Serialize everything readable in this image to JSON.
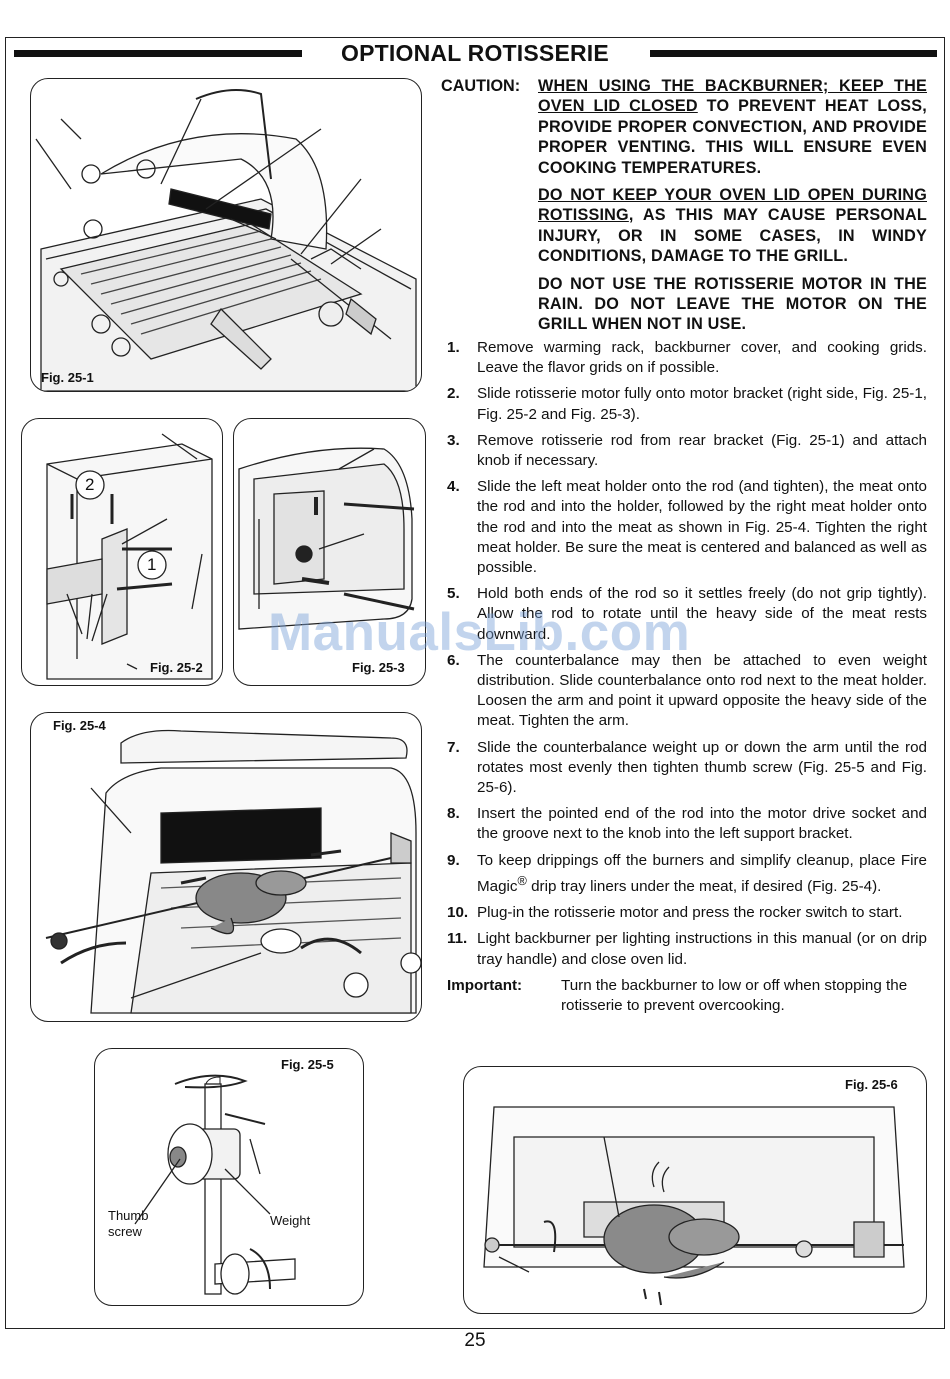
{
  "title": "OPTIONAL ROTISSERIE",
  "caution": {
    "label": "CAUTION:",
    "p1_underlined": "WHEN USING THE BACKBURNER; KEEP THE OVEN LID CLOSED",
    "p1_rest": " TO PREVENT HEAT LOSS, PROVIDE PROPER CONVECTION, AND PROVIDE PROPER VENTING. THIS WILL ENSURE EVEN COOKING TEMPERATURES.",
    "p2_underlined": "DO NOT KEEP YOUR OVEN LID OPEN DURING ROTISSING",
    "p2_rest": ", AS THIS MAY CAUSE PERSONAL INJURY, OR IN SOME CASES, IN WINDY CONDITIONS, DAMAGE TO THE GRILL.",
    "p3": "DO NOT USE THE ROTISSERIE MOTOR IN THE RAIN. DO NOT LEAVE THE MOTOR ON THE GRILL WHEN NOT IN USE."
  },
  "steps": [
    {
      "num": "1.",
      "text": "Remove warming rack, backburner cover, and cooking grids. Leave the flavor grids on if possible."
    },
    {
      "num": "2.",
      "text": "Slide rotisserie motor fully onto motor bracket (right side, Fig. 25-1, Fig. 25-2 and Fig. 25-3)."
    },
    {
      "num": "3.",
      "text": "Remove rotisserie rod from rear bracket (Fig. 25-1) and attach knob if necessary."
    },
    {
      "num": "4.",
      "text": "Slide the left meat holder onto the rod (and tighten), the meat onto the rod and into the holder, followed by the right meat holder onto the rod and into the meat as shown in Fig. 25-4. Tighten the right meat holder. Be sure the meat is centered and balanced as well as possible."
    },
    {
      "num": "5.",
      "text": "Hold both ends of the rod so it settles freely (do not grip tightly). Allow the rod to rotate until the heavy side of the meat rests downward."
    },
    {
      "num": "6.",
      "text": "The counterbalance may then be attached to even weight distribution. Slide counterbalance onto rod next to the meat holder. Loosen the arm and point it upward opposite the heavy side of the meat. Tighten the arm."
    },
    {
      "num": "7.",
      "text": "Slide the counterbalance weight up or down the arm until the rod rotates most evenly then tighten thumb screw (Fig. 25-5 and Fig. 25-6)."
    },
    {
      "num": "8.",
      "text": "Insert the pointed end of the rod into the motor drive socket and the groove next to the knob into the left support bracket."
    },
    {
      "num": "9.",
      "text_before": "To keep drippings off the burners and simplify cleanup, place Fire Magic",
      "sup": "®",
      "text_after": " drip tray liners under the meat, if desired (Fig. 25-4)."
    },
    {
      "num": "10.",
      "text": "Plug-in the rotisserie motor and press the rocker switch to start."
    },
    {
      "num": "11.",
      "text": "Light backburner per lighting instructions in this manual (or on drip tray handle) and close oven lid."
    }
  ],
  "important": {
    "label": "Important:",
    "text": "Turn the backburner to low or off when stopping the rotisserie to prevent overcooking."
  },
  "figures": {
    "fig1": "Fig. 25-1",
    "fig2": "Fig. 25-2",
    "fig3": "Fig. 25-3",
    "fig4": "Fig. 25-4",
    "fig5": "Fig. 25-5",
    "fig6": "Fig. 25-6",
    "fig2_callout_1": "1",
    "fig2_callout_2": "2",
    "thumb_screw": "Thumb\nscrew",
    "weight": "Weight"
  },
  "watermark": "ManualsLib.com",
  "page_number": "25"
}
